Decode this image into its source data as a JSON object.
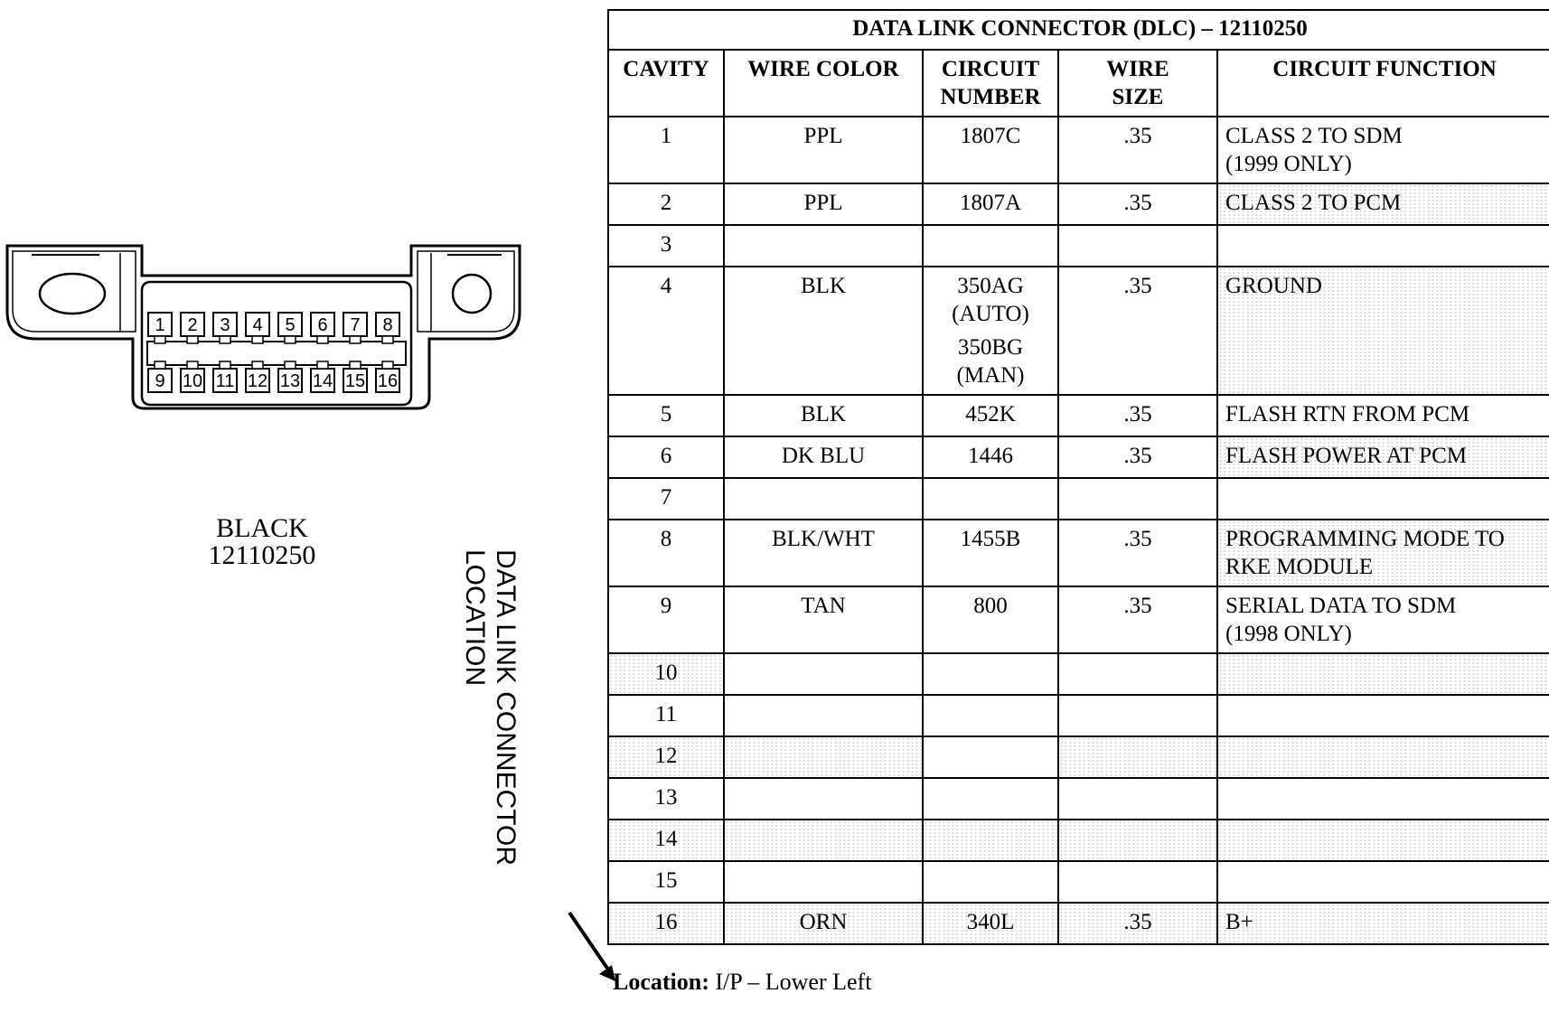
{
  "figure": {
    "pins_top": [
      "1",
      "2",
      "3",
      "4",
      "5",
      "6",
      "7",
      "8"
    ],
    "pins_bottom": [
      "9",
      "10",
      "11",
      "12",
      "13",
      "14",
      "15",
      "16"
    ],
    "connector_color": "BLACK",
    "connector_part": "12110250"
  },
  "side_title": {
    "line1": "DATA LINK CONNECTOR",
    "line2": "LOCATION"
  },
  "location": {
    "key": "Location:",
    "value": "I/P – Lower Left"
  },
  "table": {
    "title": "DATA LINK CONNECTOR (DLC) – 12110250",
    "headers": {
      "cavity": "CAVITY",
      "wire_color": "WIRE COLOR",
      "circuit_number_1": "CIRCUIT",
      "circuit_number_2": "NUMBER",
      "wire_size_1": "WIRE",
      "wire_size_2": "SIZE",
      "circuit_function": "CIRCUIT FUNCTION"
    },
    "rows": [
      {
        "cavity": "1",
        "wire_color": "PPL",
        "circuit": "1807C",
        "size": ".35",
        "function_1": "CLASS 2 TO SDM",
        "function_2": "(1999 ONLY)"
      },
      {
        "cavity": "2",
        "wire_color": "PPL",
        "circuit": "1807A",
        "size": ".35",
        "function_1": "CLASS 2 TO PCM",
        "function_2": ""
      },
      {
        "cavity": "3",
        "wire_color": "",
        "circuit": "",
        "size": "",
        "function_1": "",
        "function_2": ""
      },
      {
        "cavity": "4",
        "wire_color": "BLK",
        "circuit_a1": "350AG",
        "circuit_a2": "(AUTO)",
        "circuit_b1": "350BG",
        "circuit_b2": "(MAN)",
        "size": ".35",
        "function_1": "GROUND",
        "function_2": ""
      },
      {
        "cavity": "5",
        "wire_color": "BLK",
        "circuit": "452K",
        "size": ".35",
        "function_1": "FLASH RTN FROM PCM",
        "function_2": ""
      },
      {
        "cavity": "6",
        "wire_color": "DK BLU",
        "circuit": "1446",
        "size": ".35",
        "function_1": "FLASH POWER AT PCM",
        "function_2": ""
      },
      {
        "cavity": "7",
        "wire_color": "",
        "circuit": "",
        "size": "",
        "function_1": "",
        "function_2": ""
      },
      {
        "cavity": "8",
        "wire_color": "BLK/WHT",
        "circuit": "1455B",
        "size": ".35",
        "function_1": "PROGRAMMING MODE TO",
        "function_2": "RKE MODULE"
      },
      {
        "cavity": "9",
        "wire_color": "TAN",
        "circuit": "800",
        "size": ".35",
        "function_1": "SERIAL DATA TO SDM",
        "function_2": "(1998 ONLY)"
      },
      {
        "cavity": "10",
        "wire_color": "",
        "circuit": "",
        "size": "",
        "function_1": "",
        "function_2": ""
      },
      {
        "cavity": "11",
        "wire_color": "",
        "circuit": "",
        "size": "",
        "function_1": "",
        "function_2": ""
      },
      {
        "cavity": "12",
        "wire_color": "",
        "circuit": "",
        "size": "",
        "function_1": "",
        "function_2": ""
      },
      {
        "cavity": "13",
        "wire_color": "",
        "circuit": "",
        "size": "",
        "function_1": "",
        "function_2": ""
      },
      {
        "cavity": "14",
        "wire_color": "",
        "circuit": "",
        "size": "",
        "function_1": "",
        "function_2": ""
      },
      {
        "cavity": "15",
        "wire_color": "",
        "circuit": "",
        "size": "",
        "function_1": "",
        "function_2": ""
      },
      {
        "cavity": "16",
        "wire_color": "ORN",
        "circuit": "340L",
        "size": ".35",
        "function_1": "B+",
        "function_2": ""
      }
    ]
  }
}
